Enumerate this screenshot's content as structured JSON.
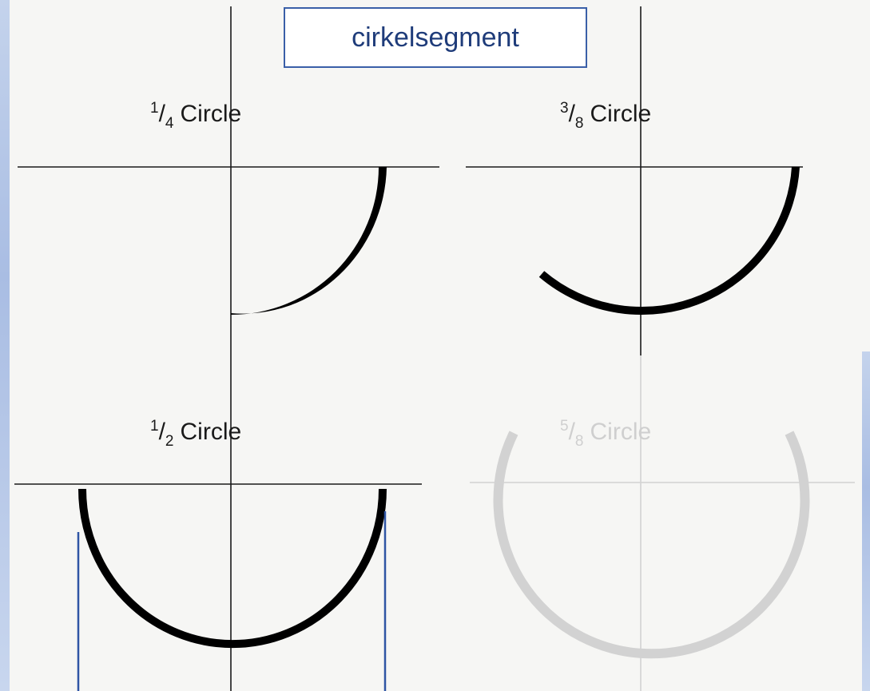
{
  "title": "cirkelsegment",
  "panels": [
    {
      "numerator": "1",
      "denominator": "4",
      "word": "Circle"
    },
    {
      "numerator": "3",
      "denominator": "8",
      "word": "Circle"
    },
    {
      "numerator": "1",
      "denominator": "2",
      "word": "Circle"
    },
    {
      "numerator": "5",
      "denominator": "8",
      "word": "Circle"
    }
  ],
  "colors": {
    "arc": "#000000",
    "axis": "#1a1a1a",
    "faded": "#d2d2d2",
    "annotation": "#2f55a4",
    "title_border": "#3a5fa8",
    "title_text": "#1f3c7a"
  }
}
